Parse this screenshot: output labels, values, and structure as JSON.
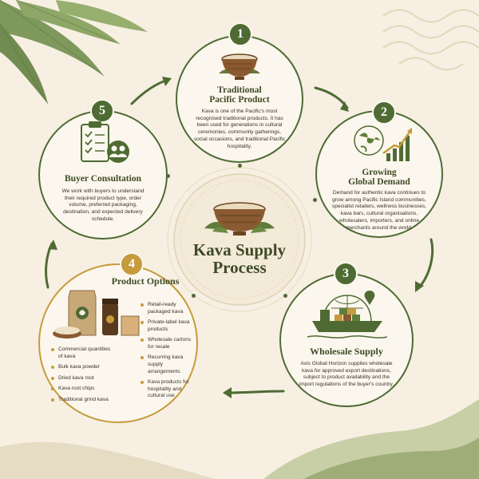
{
  "center": {
    "title_line1": "Kava Supply",
    "title_line2": "Process"
  },
  "steps": [
    {
      "number": "1",
      "title_line1": "Traditional",
      "title_line2": "Pacific Product",
      "body": "Kava is one of the Pacific's most recognised traditional products. It has been used for generations in cultural ceremonies, community gatherings, social occasions, and traditional Pacific hospitality."
    },
    {
      "number": "2",
      "title_line1": "Growing",
      "title_line2": "Global Demand",
      "body": "Demand for authentic kava continues to grow among Pacific Island communities, specialist retailers, wellness businesses, kava bars, cultural organisations, wholesalers, importers, and online merchants around the world."
    },
    {
      "number": "3",
      "title_line1": "Wholesale Supply",
      "body": "Axis Global Horizon supplies wholesale kava for approved export destinations, subject to product availability and the import regulations of the buyer's country."
    },
    {
      "number": "4",
      "title_line1": "Product Options",
      "left_items": [
        "Commercial quantities of kava",
        "Bulk kava powder",
        "Dried kava root",
        "Kava root chips",
        "Traditional grind kava"
      ],
      "right_items": [
        "Retail-ready packaged kava",
        "Private-label kava products",
        "Wholesale cartons for resale",
        "Recurring kava supply arrangements",
        "Kava products for hospitality and cultural use"
      ]
    },
    {
      "number": "5",
      "title_line1": "Buyer Consultation",
      "body": "We work with buyers to understand their required product type, order volume, preferred packaging, destination, and expected delivery schedule."
    }
  ],
  "colors": {
    "green": "#4f6b33",
    "gold": "#c79a3b",
    "background": "#f6efe2",
    "wood": "#8a5a30"
  },
  "icons": [
    "kava-bowl-icon",
    "globe-growth-icon",
    "cargo-ship-icon",
    "clipboard-icon",
    "users-icon",
    "kava-package-icon",
    "leaf-icon"
  ]
}
